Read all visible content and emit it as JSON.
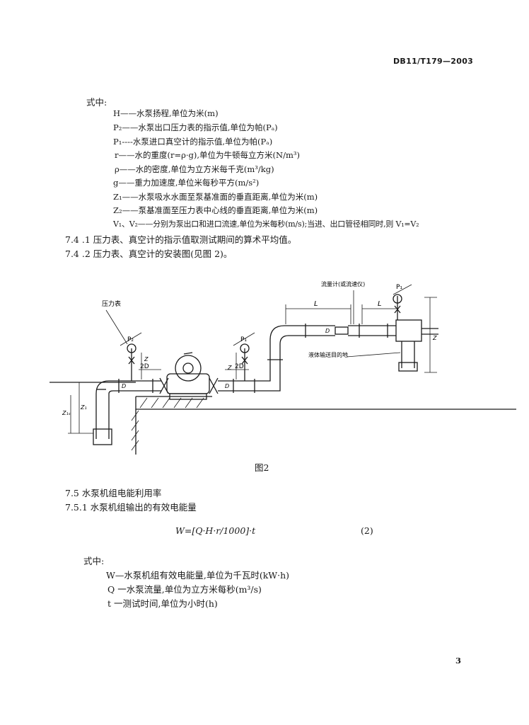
{
  "header": {
    "doc_code": "DB11/T179—2003"
  },
  "definitions_1": {
    "intro": "式中:",
    "items": [
      "H——水泵扬程,单位为米(m)",
      "P₂——水泵出口压力表的指示值,单位为帕(Pₐ)",
      "P₁----水泵进口真空计的指示值,单位为帕(Pₐ)",
      "r——水的重度(r=ρ·g),单位为牛顿每立方米(N/m³)",
      "ρ——水的密度,单位为立方米每千克(m³/kg)",
      "g——重力加速度,单位米每秒平方(m/s²)",
      "Z₁——水泵吸水水面至泵基准面的垂直距离,单位为米(m)",
      "Z₂——泵基准面至压力表中心线的垂直距离,单位为米(m)",
      "V₁、V₂——分别为泵出口和进口流速,单位为米每秒(m/s);当进、出口管径相同时,则 V₁=V₂"
    ]
  },
  "clauses": {
    "c741": "7.4 .1 压力表、真空计的指示值取测试期间的算术平均值。",
    "c742": "7.4 .2 压力表、真空计的安装图(见图 2)。"
  },
  "figure": {
    "labels": {
      "pressure_gauge": "压力表",
      "flowmeter": "流量计(或流速仪)",
      "to_destination": "液体输送目的地",
      "p1": "P₁",
      "p2": "P₂",
      "p1_right": "P₁",
      "dim_l": "L",
      "dim_l2": "L",
      "dim_2d_left": "2D",
      "dim_2d_right": "2D",
      "dim_d1": "D",
      "dim_d2": "D",
      "dim_d3": "D",
      "z_left": "Z",
      "z_mid": "Z",
      "z_right": "Z",
      "z1": "Z₁",
      "z1s": "Z₁ₛ"
    },
    "caption": "图2"
  },
  "section75": {
    "title": "7.5 水泵机组电能利用率",
    "sub751": "7.5.1 水泵机组输出的有效电能量",
    "formula": "W=[Q·H·r/1000]·t",
    "formula_no": "(2)"
  },
  "definitions_2": {
    "intro": "式中:",
    "items": [
      "W—水泵机组有效电能量,单位为千瓦时(kW·h)",
      "Q 一水泵流量,单位为立方米每秒(m³/s)",
      "t 一测试时间,单位为小时(h)"
    ]
  },
  "footer": {
    "page_number": "3"
  }
}
